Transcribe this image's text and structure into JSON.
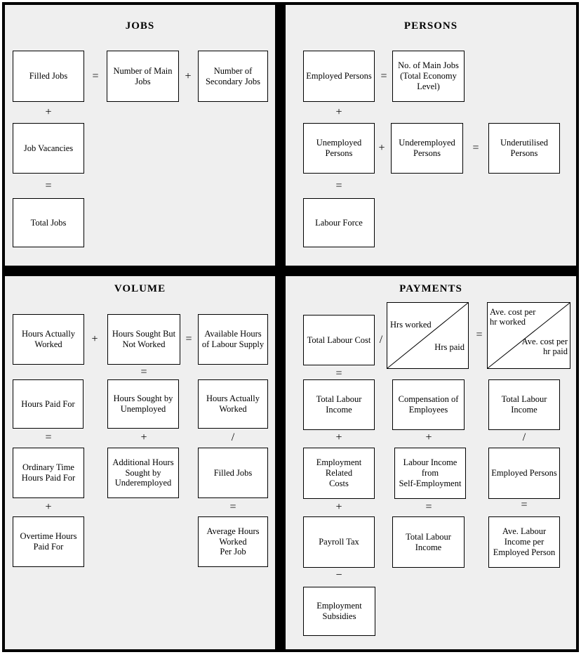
{
  "ops": {
    "plus": "+",
    "equals": "=",
    "divide": "/",
    "minus": "−"
  },
  "jobs": {
    "title": "JOBS",
    "boxes": {
      "filled_jobs": "Filled Jobs",
      "number_main_jobs": "Number of Main\nJobs",
      "number_secondary_jobs": "Number of\nSecondary Jobs",
      "job_vacancies": "Job Vacancies",
      "total_jobs": "Total Jobs"
    }
  },
  "persons": {
    "title": "PERSONS",
    "boxes": {
      "employed_persons": "Employed Persons",
      "no_main_jobs_total_economy": "No. of Main Jobs\n(Total Economy\nLevel)",
      "unemployed_persons": "Unemployed\nPersons",
      "underemployed_persons": "Underemployed\nPersons",
      "underutilised_persons": "Underutilised\nPersons",
      "labour_force": "Labour Force"
    }
  },
  "volume": {
    "title": "VOLUME",
    "boxes": {
      "hours_actually_worked": "Hours Actually\nWorked",
      "hours_sought_not_worked": "Hours Sought But\nNot Worked",
      "available_hours_labour_supply": "Available Hours\nof Labour Supply",
      "hours_paid_for": "Hours Paid For",
      "hours_sought_unemployed": "Hours Sought by\nUnemployed",
      "hours_actually_worked_2": "Hours Actually\nWorked",
      "ordinary_time_hours": "Ordinary Time\nHours Paid For",
      "additional_hours_underemployed": "Additional Hours\nSought by\nUnderemployed",
      "filled_jobs": "Filled Jobs",
      "overtime_hours": "Overtime Hours\nPaid For",
      "average_hours_per_job": "Average Hours\nWorked\nPer Job"
    }
  },
  "payments": {
    "title": "PAYMENTS",
    "boxes": {
      "total_labour_cost": "Total Labour Cost",
      "hrs_worked": "Hrs worked",
      "hrs_paid": "Hrs paid",
      "ave_cost_hr_worked": "Ave. cost per\nhr worked",
      "ave_cost_hr_paid": "Ave. cost per\nhr paid",
      "total_labour_income_1": "Total Labour\nIncome",
      "compensation_employees": "Compensation of\nEmployees",
      "total_labour_income_2": "Total Labour\nIncome",
      "employment_related_costs": "Employment\nRelated\nCosts",
      "labour_income_self_employment": "Labour Income\nfrom\nSelf-Employment",
      "employed_persons": "Employed Persons",
      "payroll_tax": "Payroll Tax",
      "total_labour_income_3": "Total Labour\nIncome",
      "ave_labour_income": "Ave. Labour\nIncome per\nEmployed Person",
      "employment_subsidies": "Employment\nSubsidies"
    }
  }
}
